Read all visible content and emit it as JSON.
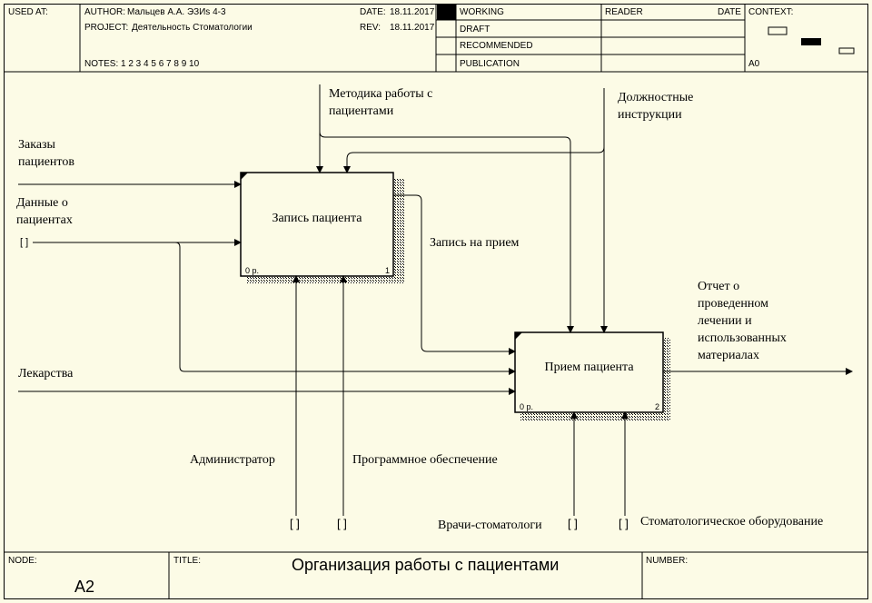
{
  "header": {
    "used_at": "USED AT:",
    "author_label": "AUTHOR:",
    "author_value": "Мальцев А.А. ЭЗИs 4-3",
    "project_label": "PROJECT:",
    "project_value": "Деятельность Стоматологии",
    "notes_label": "NOTES:",
    "notes_value": "1  2  3  4  5  6  7  8  9  10",
    "date_label": "DATE:",
    "date_value": "18.11.2017",
    "rev_label": "REV:",
    "rev_value": "18.11.2017",
    "status_working": "WORKING",
    "status_draft": "DRAFT",
    "status_recommended": "RECOMMENDED",
    "status_publication": "PUBLICATION",
    "reader_label": "READER",
    "reader_date_label": "DATE",
    "context_label": "CONTEXT:",
    "context_node": "A0"
  },
  "boxes": [
    {
      "title": "Запись пациента",
      "cost": "0 р.",
      "number": "1"
    },
    {
      "title": "Прием пациента",
      "cost": "0 р.",
      "number": "2"
    }
  ],
  "arrows": {
    "orders": "Заказы\nпациентов",
    "patient_data": "Данные о\nпациентах",
    "medicines": "Лекарства",
    "method": "Методика работы с\nпациентами",
    "instructions": "Должностные\nинструкции",
    "appointment": "Запись на прием",
    "report": "Отчет о\nпроведенном\nлечении и\nиспользованных\nматериалах",
    "administrator": "Администратор",
    "software": "Программное обеспечение",
    "dentists": "Врачи-стоматологи",
    "equipment": "Стоматологическое оборудование",
    "tunnel": "[ ]"
  },
  "footer": {
    "node_label": "NODE:",
    "node_value": "A2",
    "title_label": "TITLE:",
    "title_value": "Организация  работы с  пациентами",
    "number_label": "NUMBER:"
  }
}
